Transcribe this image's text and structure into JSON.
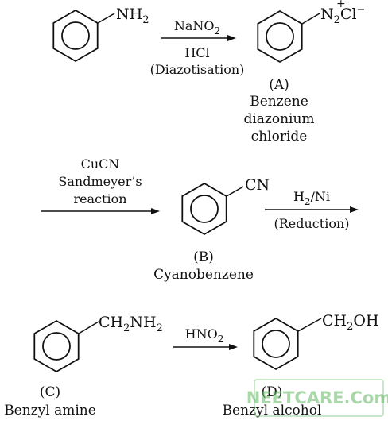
{
  "compounds": {
    "aniline": {
      "group": "NH",
      "group_sub": "2"
    },
    "a": {
      "group": "N",
      "group_sub": "2",
      "charge": "+",
      "counter": "Cl",
      "counter_charge": "−",
      "label": "(A)",
      "name_1": "Benzene",
      "name_2": "diazonium",
      "name_3": "chloride"
    },
    "b": {
      "group": "CN",
      "label": "(B)",
      "name": "Cyanobenzene"
    },
    "c": {
      "group": "CH",
      "group_sub": "2",
      "group_tail": "NH",
      "group_tail_sub": "2",
      "label": "(C)",
      "name": "Benzyl amine"
    },
    "d": {
      "group": "CH",
      "group_sub": "2",
      "group_tail": "OH",
      "label": "(D)",
      "name": "Benzyl alcohol"
    }
  },
  "steps": {
    "s1": {
      "above": "NaNO",
      "above_sub": "2",
      "below_1": "HCl",
      "below_2": "(Diazotisation)"
    },
    "s2": {
      "above_1": "CuCN",
      "above_2": "Sandmeyer’s",
      "above_3": "reaction"
    },
    "s3": {
      "above": "H",
      "above_sub": "2",
      "above_tail": "/Ni",
      "below": "(Reduction)"
    },
    "s4": {
      "above": "HNO",
      "above_sub": "2"
    }
  },
  "watermark": "NEETCARE.Com",
  "colors": {
    "ink": "#111111",
    "watermark": "#66b866"
  }
}
